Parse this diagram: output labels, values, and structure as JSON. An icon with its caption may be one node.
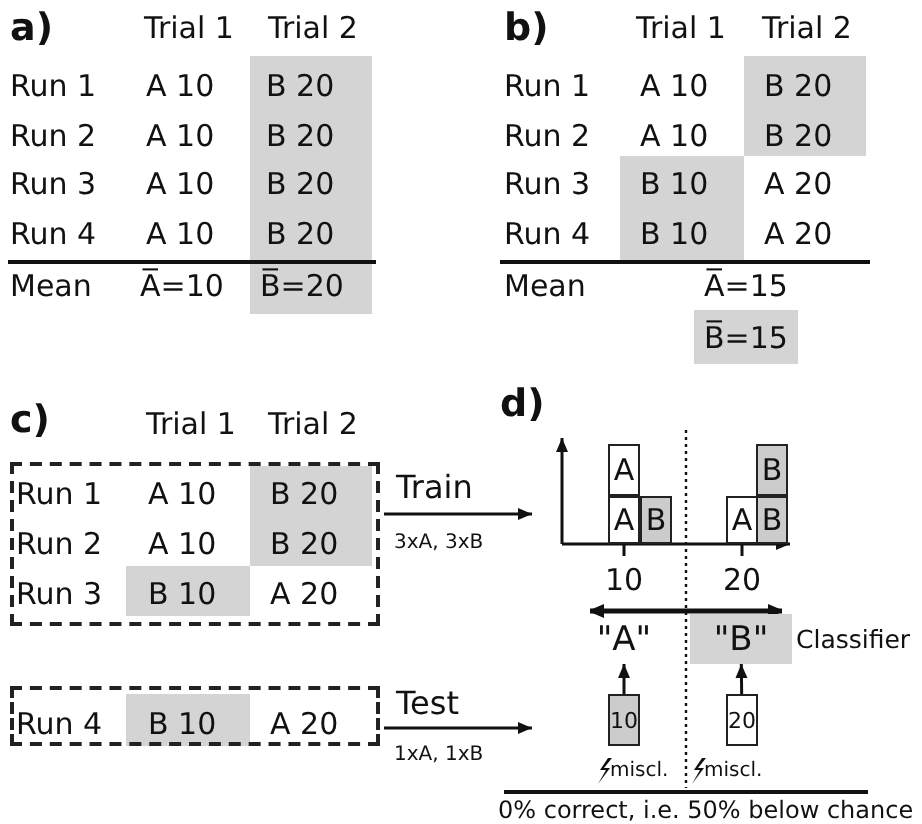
{
  "diagram": {
    "caption": "0% correct, i.e. 50% below chance",
    "nodes": [
      {
        "text": [],
        "shape": "box"
      },
      {
        "text": [],
        "shape": "box"
      },
      {
        "text": [
          "A"
        ]
      },
      {
        "text": [
          "B"
        ]
      },
      {
        "text": [
          "A"
        ]
      },
      {
        "text": [
          "B"
        ]
      },
      {
        "text": [
          "A"
        ]
      },
      {
        "text": [
          "B"
        ]
      },
      {
        "text": [
          "\"A\""
        ]
      },
      {
        "text": [
          "\"B\""
        ]
      },
      {
        "text": [
          "10"
        ]
      },
      {
        "text": [
          "20"
        ]
      },
      {
        "text": [
          "B̅=15"
        ]
      }
    ],
    "edges": [
      {
        "from": 0,
        "to": null,
        "arrow": "to",
        "label": "Train"
      },
      {
        "from": 1,
        "to": null,
        "arrow": "to",
        "label": "Test"
      },
      {
        "from": 10,
        "to": 8,
        "arrow": "to"
      },
      {
        "from": 11,
        "to": 9,
        "arrow": "to"
      },
      {
        "from": 8,
        "to": 9,
        "arrow": "both"
      }
    ],
    "labels": [
      "a)",
      "Trial 1",
      "Trial 2",
      "Run 1",
      "A 10",
      "B 20",
      "Run 2",
      "A 10",
      "B 20",
      "Run 3",
      "A 10",
      "B 20",
      "Run 4",
      "A 10",
      "B 20",
      "Mean",
      "A̅=10",
      "B̅=20",
      "b)",
      "Trial 1",
      "Trial 2",
      "Run 1",
      "A 10",
      "B 20",
      "Run 2",
      "A 10",
      "B 20",
      "Run 3",
      "B 10",
      "A 20",
      "Run 4",
      "B 10",
      "A 20",
      "Mean",
      "A̅=15",
      "c)",
      "Trial 1",
      "Trial 2",
      "Run 1",
      "A 10",
      "B 20",
      "Run 2",
      "A 10",
      "B 20",
      "Run 3",
      "B 10",
      "A 20",
      "3xA, 3xB",
      "Run 4",
      "B 10",
      "A 20",
      "1xA, 1xB",
      "d)",
      "10",
      "20",
      "Classifier",
      "miscl.",
      "miscl."
    ]
  }
}
